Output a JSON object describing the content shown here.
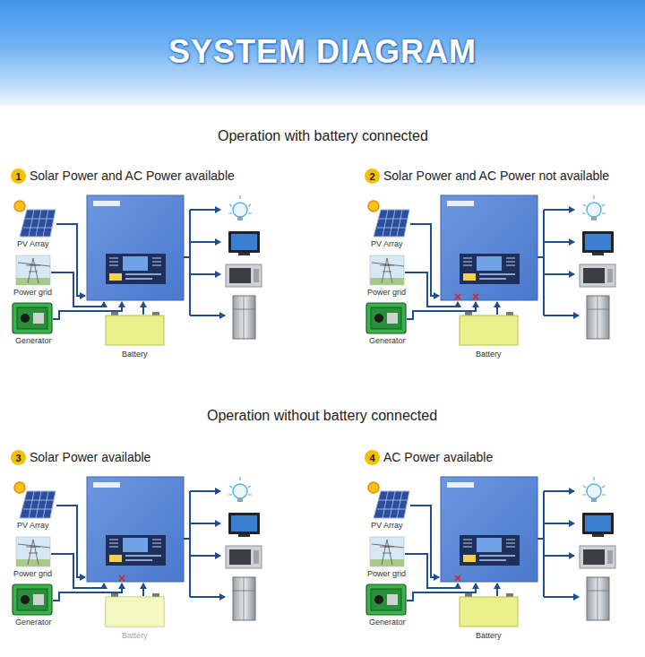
{
  "diagram": {
    "title": "SYSTEM DIAGRAM",
    "nodes": [
      {
        "text": [
          "1"
        ]
      },
      {
        "text": [
          "2"
        ]
      },
      {
        "text": [
          "3"
        ]
      },
      {
        "text": [
          "4"
        ]
      }
    ],
    "labels": [
      "Operation with battery connected",
      "Solar Power and AC Power available",
      "PV Array",
      "Power grid",
      "Generator",
      "Battery",
      "Solar Power and AC Power not available",
      "PV Array",
      "Power grid",
      "Generator",
      "Battery",
      "Operation without battery connected",
      "Solar Power available",
      "PV Array",
      "Power grid",
      "Generator",
      "Battery",
      "AC Power available",
      "PV Array",
      "Power grid",
      "Generator",
      "Battery"
    ]
  }
}
